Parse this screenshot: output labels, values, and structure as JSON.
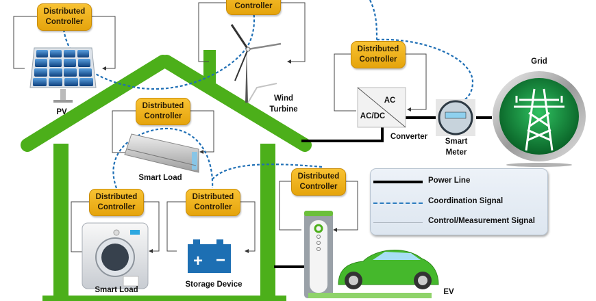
{
  "diagram": {
    "title": "Distributed control of a smart home microgrid",
    "controller_label_line1": "Distributed",
    "controller_label_line2": "Controller",
    "components": {
      "pv": {
        "label": "PV"
      },
      "wind": {
        "label_line1": "Wind",
        "label_line2": "Turbine"
      },
      "converter": {
        "label": "Converter",
        "ac": "AC",
        "acdc": "AC/DC"
      },
      "smart_meter": {
        "label_line1": "Smart",
        "label_line2": "Meter"
      },
      "grid": {
        "label": "Grid"
      },
      "air_conditioner": {
        "label": "Smart Load"
      },
      "washer": {
        "label": "Smart Load"
      },
      "storage": {
        "label": "Storage Device",
        "plus": "+",
        "minus": "−"
      },
      "ev": {
        "label": "EV"
      }
    },
    "legend": {
      "items": [
        {
          "label": "Power Line",
          "style": "solid-thick",
          "color": "#000000"
        },
        {
          "label": "Coordination Signal",
          "style": "dashed",
          "color": "#2b7bbf"
        },
        {
          "label": "Control/Measurement Signal",
          "style": "solid-thin",
          "color": "#9aa4ae"
        }
      ]
    },
    "colors": {
      "house_green": "#4caf1a",
      "controller_orange": "#f2b21e",
      "coordination_blue": "#1f6fb5",
      "power_black": "#000000",
      "grid_green": "#168a3a",
      "battery_blue": "#1d6fb3",
      "ev_green": "#45b82c"
    }
  }
}
